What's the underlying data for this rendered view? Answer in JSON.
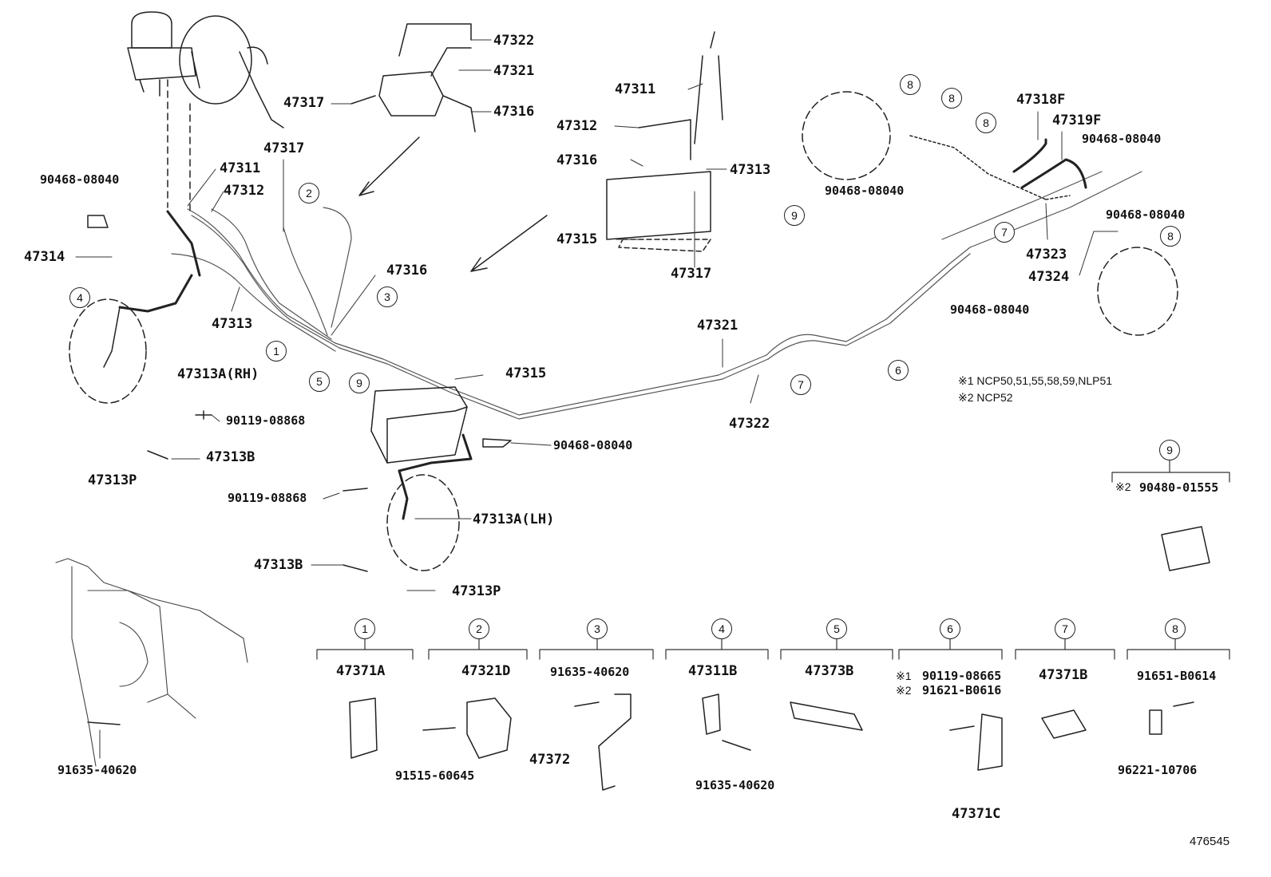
{
  "callouts": {
    "p47322_top": "47322",
    "p47321_top": "47321",
    "p47317_top": "47317",
    "p47316_top": "47316",
    "p47317_left": "47317",
    "p47311_left": "47311",
    "p47312_left": "47312",
    "p90468_ul": "90468-08040",
    "p47314": "47314",
    "p47316_mid": "47316",
    "p47313_left": "47313",
    "p47313A_rh": "47313A(RH)",
    "p90119_rh": "90119-08868",
    "p47313B_rh": "47313B",
    "p47313P_rh": "47313P",
    "p47315_mid": "47315",
    "p90468_mid": "90468-08040",
    "p90119_lh": "90119-08868",
    "p47313A_lh": "47313A(LH)",
    "p47313B_lh": "47313B",
    "p47313P_lh": "47313P",
    "p91635_bl": "91635-40620",
    "p47311_ins": "47311",
    "p47312_ins": "47312",
    "p47316_ins": "47316",
    "p47313_ins": "47313",
    "p47315_ins": "47315",
    "p47317_ins": "47317",
    "p47321_mid": "47321",
    "p47322_mid": "47322",
    "p47318F": "47318F",
    "p47319F": "47319F",
    "p90468_r1": "90468-08040",
    "p90468_r2": "90468-08040",
    "p90468_r3": "90468-08040",
    "p90468_r4": "90468-08040",
    "p47323": "47323",
    "p47324": "47324"
  },
  "circle_refs": {
    "c1": "1",
    "c2": "2",
    "c3": "3",
    "c4": "4",
    "c5": "5",
    "c9a": "9",
    "c9b": "9",
    "c7a": "7",
    "c6": "6",
    "c7b": "7",
    "c8a": "8",
    "c8b": "8",
    "c8c": "8",
    "c8d": "8"
  },
  "notes": {
    "note1": "※1  NCP50,51,55,58,59,NLP51",
    "note2": "※2  NCP52"
  },
  "box9": {
    "num": "9",
    "mark": "※2",
    "part": "90480-01555"
  },
  "legend": [
    {
      "num": "1",
      "part": "47371A"
    },
    {
      "num": "2",
      "part": "47321D",
      "part2": "91515-60645"
    },
    {
      "num": "3",
      "part0": "91635-40620",
      "part2": "47372"
    },
    {
      "num": "4",
      "part": "47311B",
      "part2": "91635-40620"
    },
    {
      "num": "5",
      "part": "47373B"
    },
    {
      "num": "6",
      "mark1": "※1",
      "part1": "90119-08665",
      "mark2": "※2",
      "part2": "91621-B0616",
      "part3": "47371C"
    },
    {
      "num": "7",
      "part": "47371B"
    },
    {
      "num": "8",
      "part": "91651-B0614",
      "part2": "96221-10706"
    }
  ],
  "figure_number": "476545"
}
